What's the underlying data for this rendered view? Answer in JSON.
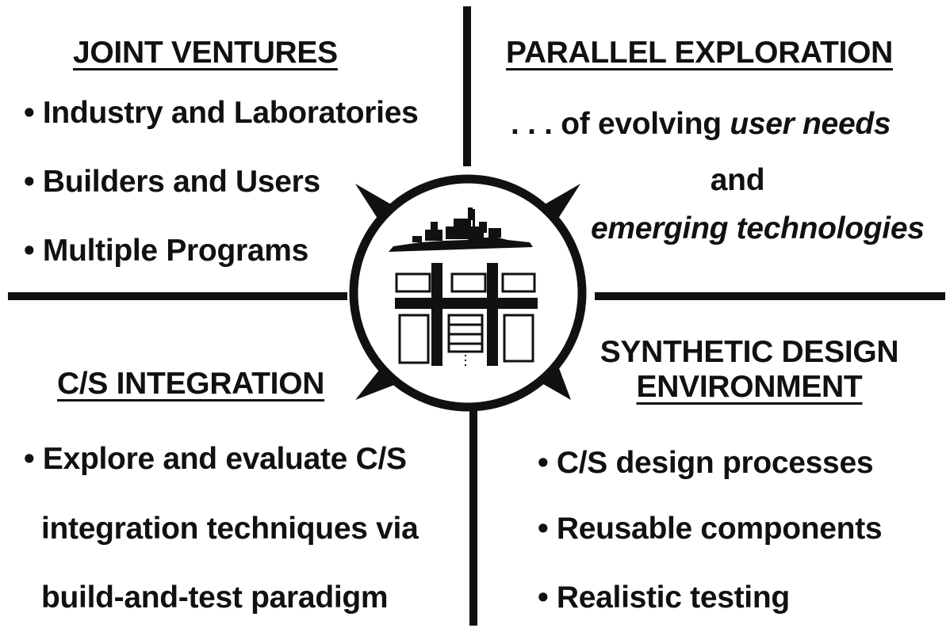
{
  "quadrants": {
    "joint_ventures": {
      "heading": "JOINT VENTURES",
      "bullets": [
        "• Industry and Laboratories",
        "• Builders and Users",
        "• Multiple Programs"
      ]
    },
    "parallel_exploration": {
      "heading": "PARALLEL EXPLORATION",
      "line1_prefix": ". . . of evolving ",
      "line1_emph": "user needs",
      "line2": "and",
      "line3_emph": "emerging technologies"
    },
    "cs_integration": {
      "heading": "C/S INTEGRATION",
      "lines": [
        "• Explore and evaluate C/S",
        "integration techniques via",
        "build-and-test paradigm"
      ]
    },
    "synthetic_design": {
      "heading_line1": "SYNTHETIC DESIGN",
      "heading_line2": "ENVIRONMENT",
      "bullets": [
        "• C/S design processes",
        "• Reusable components",
        "• Realistic testing"
      ]
    }
  },
  "center_emblem": {
    "icons": [
      "ship-icon",
      "system-architecture-icon"
    ]
  },
  "colors": {
    "ink": "#111111",
    "background": "#ffffff"
  }
}
